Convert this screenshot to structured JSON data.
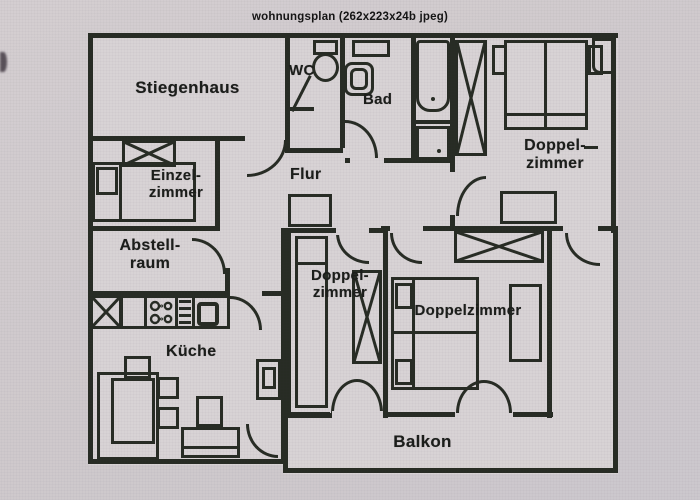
{
  "title": "wohnungsplan (262x223x24b jpeg)",
  "colors": {
    "paper": "#cfc9cc",
    "plan_fill": "#d8d3d5",
    "ink": "#272c24"
  },
  "rooms": {
    "stiegenhaus": "Stiegenhaus",
    "wc": "WC",
    "bad": "Bad",
    "doppelzimmer_top": {
      "line1": "Doppel-",
      "line2": "zimmer"
    },
    "flur": "Flur",
    "einzelzimmer": {
      "line1": "Einzel-",
      "line2": "zimmer"
    },
    "abstellraum": {
      "line1": "Abstell-",
      "line2": "raum"
    },
    "doppelzimmer_mitte": {
      "line1": "Doppel-",
      "line2": "zimmer"
    },
    "doppelzimmer_unten": "Doppelzimmer",
    "kueche": "Küche",
    "balkon": "Balkon"
  }
}
